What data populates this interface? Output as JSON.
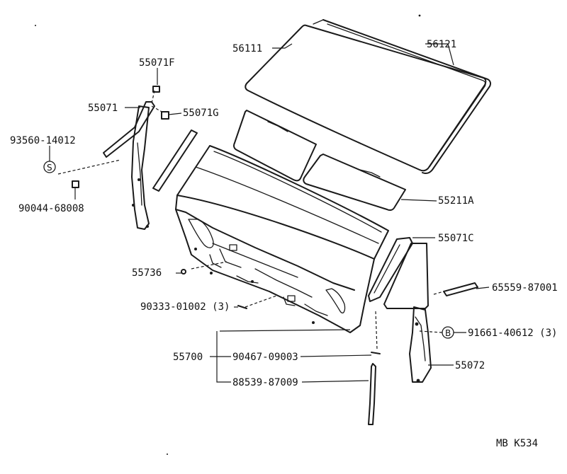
{
  "labels": {
    "p56111": "56111",
    "p56121": "56121",
    "p55071F": "55071F",
    "p55071": "55071",
    "p55071G": "55071G",
    "p93560": "93560-14012",
    "p90044": "90044-68008",
    "p55211A": "55211A",
    "p55071C": "55071C",
    "p55736": "55736",
    "p65559": "65559-87001",
    "p90333": "90333-01002 (3)",
    "p91661": "91661-40612 (3)",
    "p55700": "55700",
    "p90467": "90467-09003",
    "p55072": "55072",
    "p88539": "88539-87009",
    "drawing_code": "MB K534"
  },
  "symbols": {
    "s_screw": "S",
    "b_bolt": "B"
  }
}
